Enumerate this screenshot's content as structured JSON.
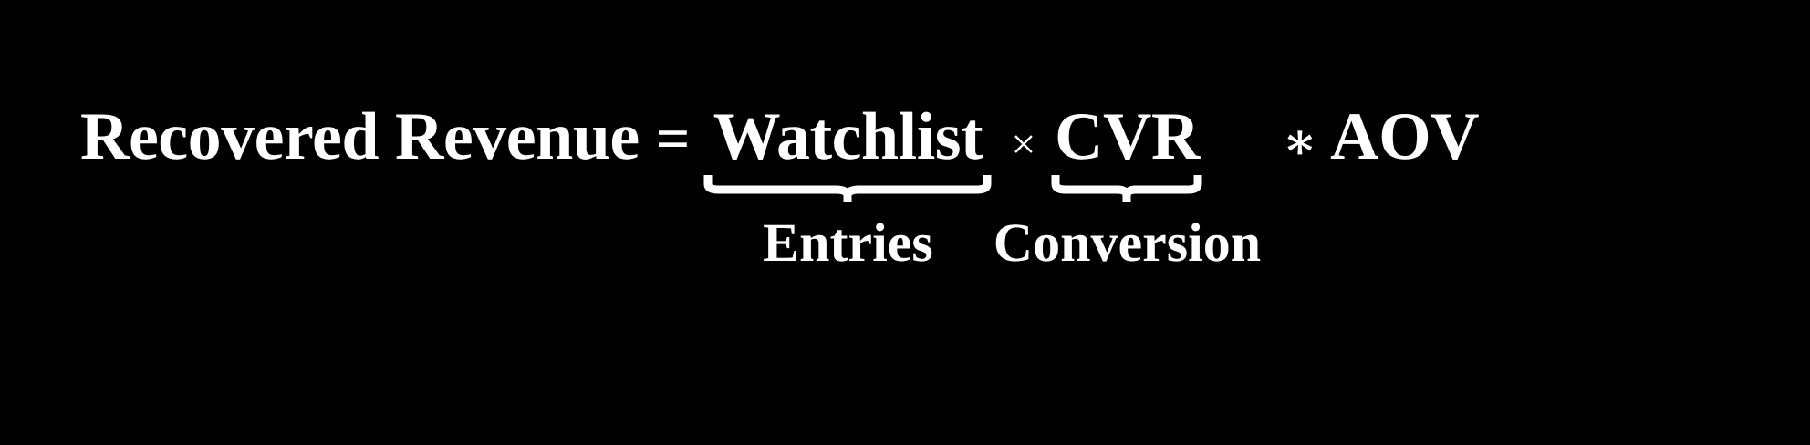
{
  "figure": {
    "type": "equation",
    "background_color": "#000000",
    "text_color": "#ffffff",
    "rendering": "latex-math-formula"
  },
  "equation": {
    "lhs": "Recovered Revenue",
    "equals": "=",
    "terms": [
      {
        "symbol": "Watchlist",
        "brace": "underbrace",
        "brace_label": "Entries"
      },
      {
        "symbol": "CVR",
        "brace": "underbrace",
        "brace_label": "Conversion"
      },
      {
        "symbol": "AOV",
        "brace": "none",
        "brace_label": ""
      }
    ],
    "operators": {
      "times": "×",
      "asterisk": "∗"
    },
    "plain_text": "Recovered Revenue = Watchlist × CVR ∗ AOV"
  }
}
